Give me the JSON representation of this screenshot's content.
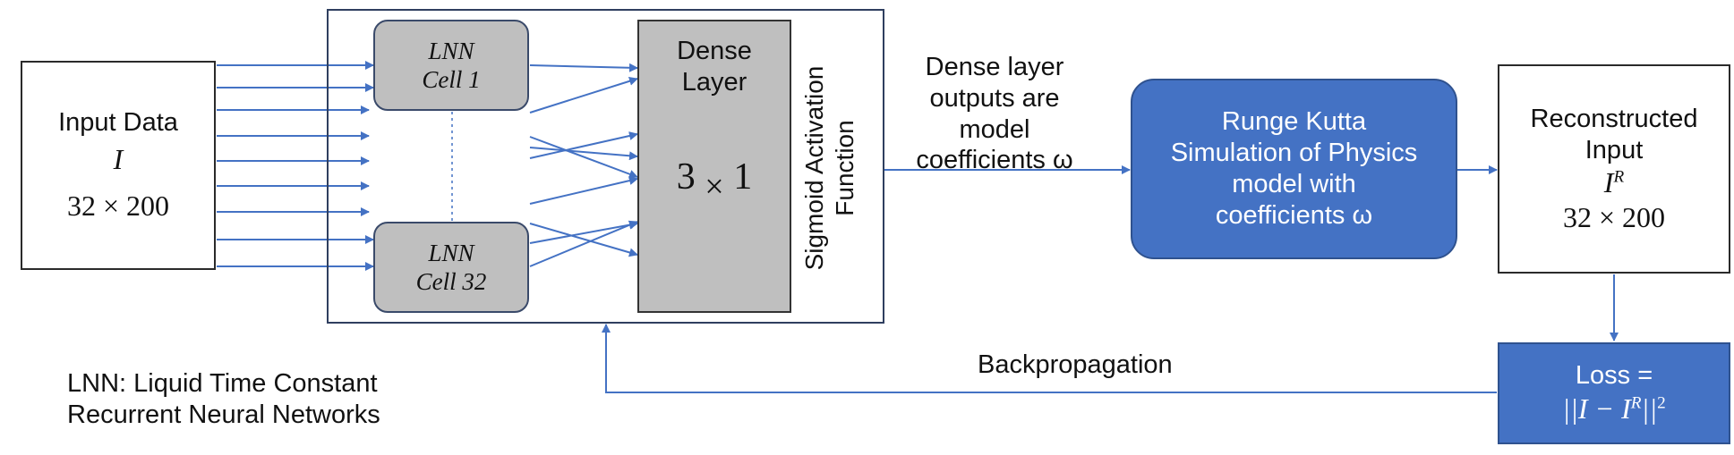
{
  "input_box": {
    "title": "Input Data",
    "symbol": "I",
    "dims": "32 × 200"
  },
  "lnn_cell_top": {
    "line1": "LNN",
    "line2": "Cell 1"
  },
  "lnn_cell_bottom": {
    "line1": "LNN",
    "line2": "Cell 32"
  },
  "dense_layer": {
    "line1": "Dense",
    "line2": "Layer",
    "shape_left": "3",
    "shape_times": "×",
    "shape_right": "1"
  },
  "activation_label": "Sigmoid Activation Function",
  "dense_output_note": {
    "line1": "Dense layer",
    "line2": "outputs are",
    "line3": "model",
    "line4": "coefficients ω"
  },
  "rk_box": {
    "line1": "Runge Kutta",
    "line2": "Simulation of Physics",
    "line3": "model with",
    "line4": "coefficients ω"
  },
  "reconstructed_box": {
    "line1": "Reconstructed",
    "line2": "Input",
    "symbol": "I",
    "symbol_sup": "R",
    "dims": "32 × 200"
  },
  "loss_box": {
    "label": "Loss =",
    "formula_left": "||I − I",
    "formula_sup": "R",
    "formula_right": "||",
    "power": "2"
  },
  "backprop_label": "Backpropagation",
  "legend": {
    "line1": "LNN: Liquid Time Constant",
    "line2": "Recurrent Neural Networks"
  },
  "colors": {
    "arrow": "#4472c4",
    "box_fill_blue": "#4472c4",
    "cell_fill": "#bfbfbf"
  }
}
